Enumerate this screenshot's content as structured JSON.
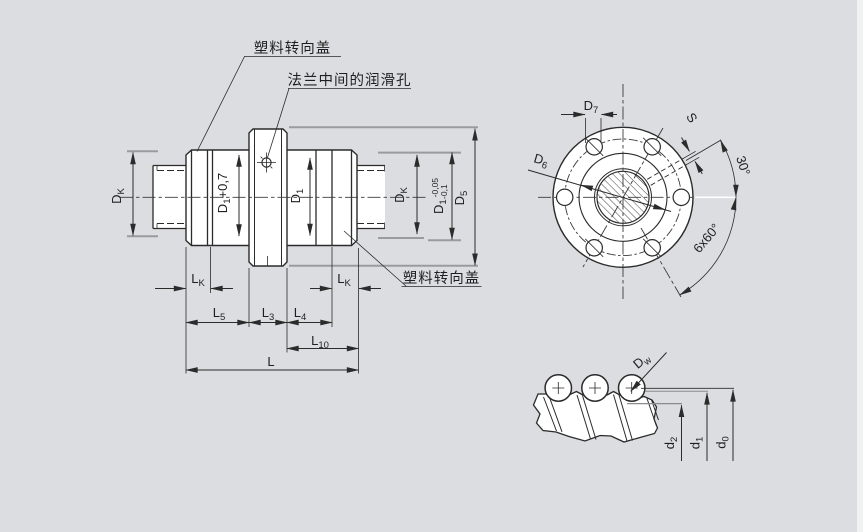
{
  "colors": {
    "background": "#dcdde0",
    "edge_strip": "#f1f1f2",
    "line": "#2b2b2b",
    "aux_line": "#9a9b9e"
  },
  "callouts": {
    "deflector_cap": "塑料转向盖",
    "flange_lube_hole": "法兰中间的润滑孔"
  },
  "dims": {
    "dk": {
      "base": "D",
      "sub": "K"
    },
    "d1_fit": {
      "base": "D",
      "sub": "1",
      "suffix": "+0,7"
    },
    "d1": {
      "base": "D",
      "sub": "1"
    },
    "d1_tol": {
      "base": "D",
      "sub": "1",
      "tol_upper": "-0,05",
      "tol_lower": "-0,1"
    },
    "d5": {
      "base": "D",
      "sub": "5"
    },
    "lk": {
      "base": "L",
      "sub": "K"
    },
    "l5": {
      "base": "L",
      "sub": "5"
    },
    "l3": {
      "base": "L",
      "sub": "3"
    },
    "l4": {
      "base": "L",
      "sub": "4"
    },
    "l10": {
      "base": "L",
      "sub": "10"
    },
    "l": {
      "base": "L"
    },
    "d7": {
      "base": "D",
      "sub": "7"
    },
    "d6": {
      "base": "D",
      "sub": "6"
    },
    "s": {
      "base": "S"
    },
    "angle_30": {
      "base": "30°"
    },
    "angle_6x60": {
      "base": "6x60°"
    },
    "dw": {
      "base": "D",
      "sub": "w"
    },
    "d2_small": {
      "base": "d",
      "sub": "2"
    },
    "d1_small": {
      "base": "d",
      "sub": "1"
    },
    "d0_small": {
      "base": "d",
      "sub": "0"
    }
  }
}
